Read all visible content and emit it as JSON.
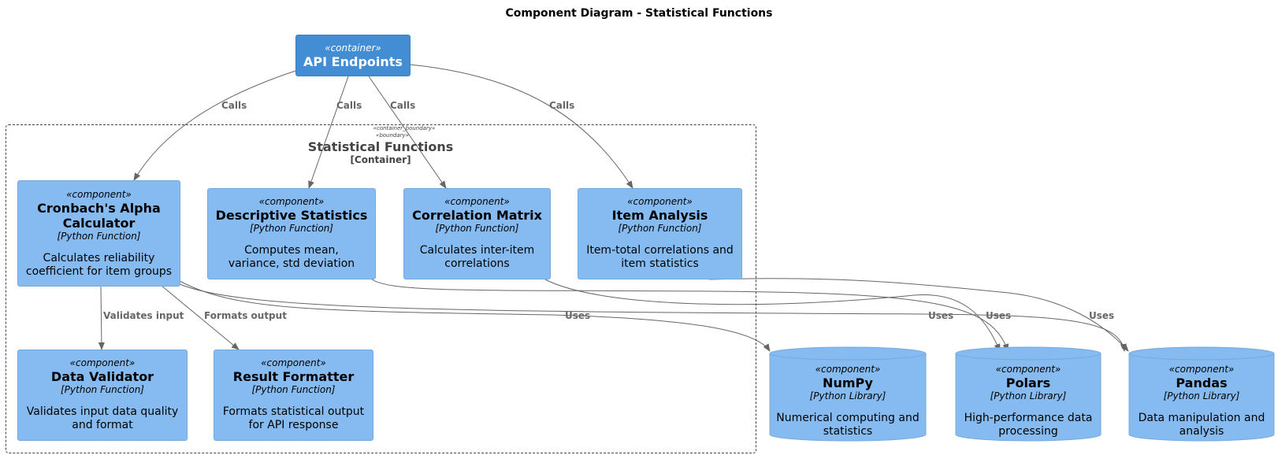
{
  "title": "Component Diagram - Statistical Functions",
  "api": {
    "stereotype": "«container»",
    "name": "API Endpoints"
  },
  "boundary": {
    "stereotype1": "«container_boundary»",
    "stereotype2": "«boundary»",
    "name": "Statistical Functions",
    "type": "[Container]"
  },
  "components": {
    "cronbach": {
      "stereotype": "«component»",
      "name": "Cronbach's Alpha Calculator",
      "tech": "[Python Function]",
      "desc": "Calculates reliability coefficient for item groups"
    },
    "descriptive": {
      "stereotype": "«component»",
      "name": "Descriptive Statistics",
      "tech": "[Python Function]",
      "desc": "Computes mean, variance, std deviation"
    },
    "correlation": {
      "stereotype": "«component»",
      "name": "Correlation Matrix",
      "tech": "[Python Function]",
      "desc": "Calculates inter-item correlations"
    },
    "item": {
      "stereotype": "«component»",
      "name": "Item Analysis",
      "tech": "[Python Function]",
      "desc": "Item-total correlations and item statistics"
    },
    "validator": {
      "stereotype": "«component»",
      "name": "Data Validator",
      "tech": "[Python Function]",
      "desc": "Validates input data quality and format"
    },
    "formatter": {
      "stereotype": "«component»",
      "name": "Result Formatter",
      "tech": "[Python Function]",
      "desc": "Formats statistical output for API response"
    }
  },
  "libraries": {
    "numpy": {
      "stereotype": "«component»",
      "name": "NumPy",
      "tech": "[Python Library]",
      "desc": "Numerical computing and statistics"
    },
    "polars": {
      "stereotype": "«component»",
      "name": "Polars",
      "tech": "[Python Library]",
      "desc": "High-performance data processing"
    },
    "pandas": {
      "stereotype": "«component»",
      "name": "Pandas",
      "tech": "[Python Library]",
      "desc": "Data manipulation and analysis"
    }
  },
  "edges": {
    "calls1": "Calls",
    "calls2": "Calls",
    "calls3": "Calls",
    "calls4": "Calls",
    "validates": "Validates input",
    "formats": "Formats output",
    "uses_numpy": "Uses",
    "uses_polars_a": "Uses",
    "uses_polars_b": "Uses",
    "uses_pandas": "Uses"
  },
  "colors": {
    "component": "#85bbf0",
    "container": "#438dd5",
    "edge": "#666666",
    "boundary": "#444444"
  }
}
